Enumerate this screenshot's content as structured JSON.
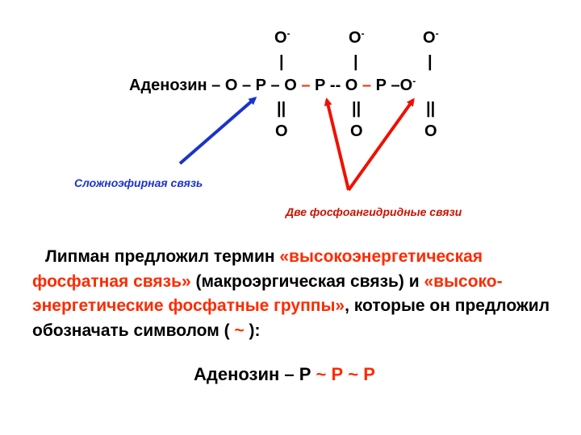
{
  "formula": {
    "oxygen_top": [
      "O",
      "O",
      "O"
    ],
    "charge": "-",
    "single_bond": "|",
    "double_bond": "||",
    "oxygen_bottom": [
      "O",
      "O",
      "O"
    ],
    "chain_start": "Аденозин – О – Р – О ",
    "bond_red_1": "–",
    "chain_mid": " Р -- О ",
    "bond_red_2": "–",
    "chain_end": " Р –О"
  },
  "labels": {
    "ester_bond": "Сложноэфирная связь",
    "anhydride_bonds": "Две фосфоангидридные связи"
  },
  "paragraph": {
    "p1": "Липман предложил термин ",
    "q1": "«высокоэнергетическая фосфатная связь»",
    "p2": " (макроэргическая связь) и ",
    "q2": "«высоко­энергетические фосфатные группы»",
    "p3": ", которые он предложил обозначать символом ( ",
    "tilde": "~",
    "p4": " ):"
  },
  "bottom_formula": {
    "start": "Аденозин – Р ",
    "tilde1": "~",
    "mid": " Р ",
    "tilde2": "~",
    "end": " Р"
  },
  "colors": {
    "blue_arrow": "#1a33cc",
    "red_arrow": "#ee1100",
    "red_text": "#ff2a00"
  }
}
